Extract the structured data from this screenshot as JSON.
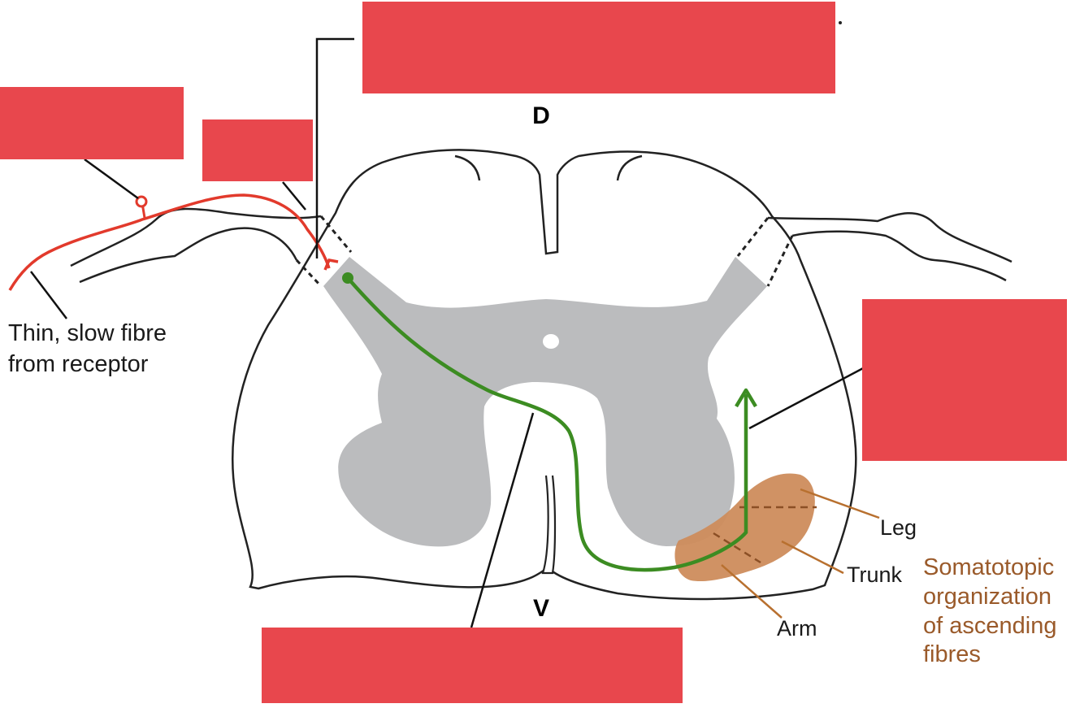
{
  "colors": {
    "mask": "#e8474d",
    "sensory_fibre": "#e23a2c",
    "tract_fibre": "#3c8c22",
    "grey_matter": "#bbbcbe",
    "outline": "#222222",
    "somatotopic_fill": "#cd8c5c",
    "somatotopic_text": "#9a5a2a"
  },
  "orientation": {
    "dorsal": "D",
    "ventral": "V"
  },
  "labels": {
    "fibre_line1": "Thin, slow fibre",
    "fibre_line2": "from receptor",
    "leg": "Leg",
    "trunk": "Trunk",
    "arm": "Arm",
    "somatotopic_line1": "Somatotopic",
    "somatotopic_line2": "organization",
    "somatotopic_line3": "of ascending",
    "somatotopic_line4": "fibres"
  },
  "icons": {
    "axon_arrowhead": "arrow-up-icon"
  }
}
